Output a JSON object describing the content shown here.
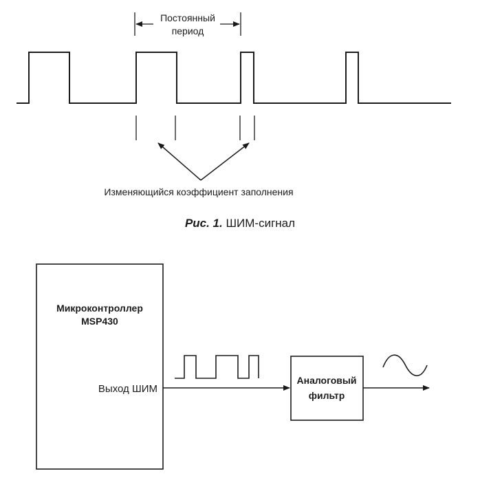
{
  "figure1": {
    "period_label_line1": "Постоянный",
    "period_label_line2": "период",
    "duty_label": "Изменяющийся коэффициент заполнения",
    "caption_prefix": "Рис. 1.",
    "caption_text": " ШИМ-сигнал"
  },
  "figure2": {
    "mcu_name_line1": "Микроконтроллер",
    "mcu_name_line2": "MSP430",
    "pwm_output_label": "Выход ШИМ",
    "filter_name_line1": "Аналоговый",
    "filter_name_line2": "фильтр"
  },
  "colors": {
    "line": "#1a1a1a",
    "background": "#ffffff"
  }
}
